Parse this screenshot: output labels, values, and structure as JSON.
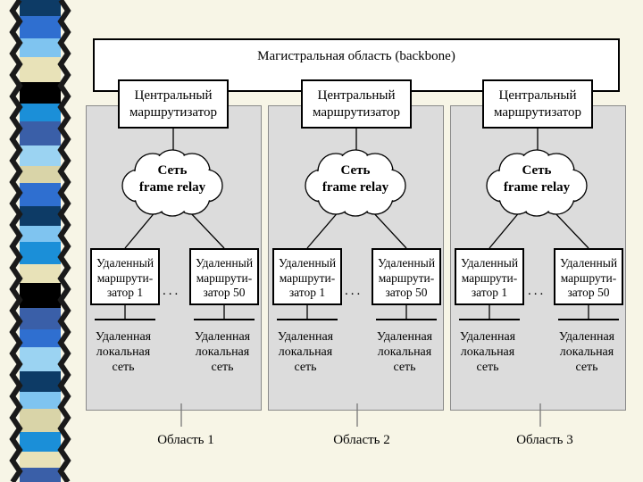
{
  "backbone_label": "Магистральная область (backbone)",
  "areas": [
    {
      "central": [
        "Центральный",
        "маршрутизатор"
      ],
      "cloud": [
        "Сеть",
        "frame relay"
      ],
      "remote1": [
        "Удаленный",
        "маршрути-",
        "затор 1"
      ],
      "remote50": [
        "Удаленный",
        "маршрути-",
        "затор 50"
      ],
      "lan": [
        "Удаленная",
        "локальная",
        "сеть"
      ],
      "dots": "...",
      "label": "Область 1"
    },
    {
      "central": [
        "Центральный",
        "маршрутизатор"
      ],
      "cloud": [
        "Сеть",
        "frame relay"
      ],
      "remote1": [
        "Удаленный",
        "маршрути-",
        "затор 1"
      ],
      "remote50": [
        "Удаленный",
        "маршрути-",
        "затор 50"
      ],
      "lan": [
        "Удаленная",
        "локальная",
        "сеть"
      ],
      "dots": "...",
      "label": "Область 2"
    },
    {
      "central": [
        "Центральный",
        "маршрутизатор"
      ],
      "cloud": [
        "Сеть",
        "frame relay"
      ],
      "remote1": [
        "Удаленный",
        "маршрути-",
        "затор 1"
      ],
      "remote50": [
        "Удаленный",
        "маршрути-",
        "затор 50"
      ],
      "lan": [
        "Удаленная",
        "локальная",
        "сеть"
      ],
      "dots": "...",
      "label": "Область 3"
    }
  ],
  "colors": {
    "background": "#f7f5e6",
    "area_fill": "#dcdcdc",
    "strip": [
      "#0d3b66",
      "#2f6fd0",
      "#7fc4f0",
      "#e8e2b8",
      "#000000",
      "#1b8fd8",
      "#3a5fa8",
      "#9bd3f2",
      "#d9d4a8"
    ]
  }
}
